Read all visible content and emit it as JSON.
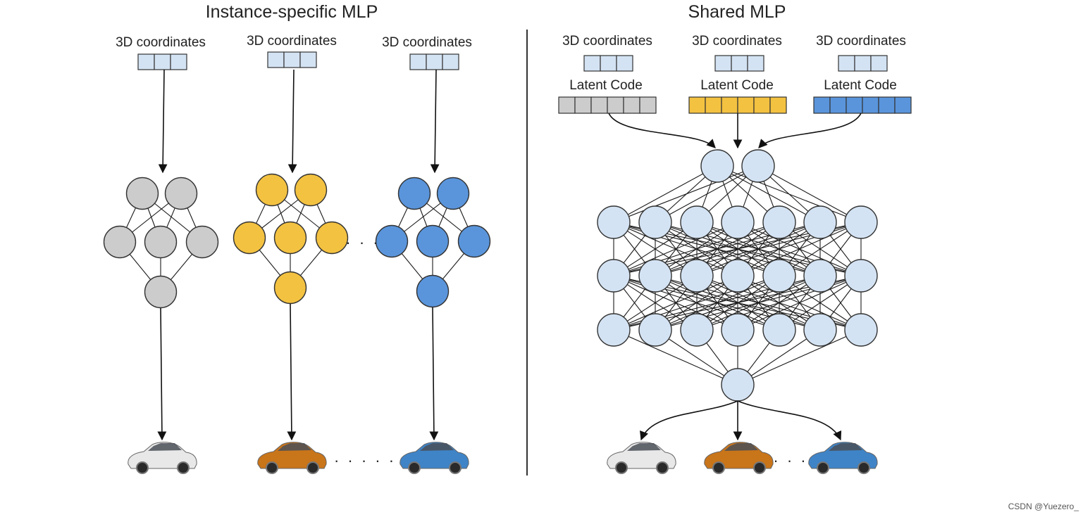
{
  "left_panel": {
    "title": "Instance-specific MLP",
    "input_label": "3D coordinates",
    "ellipsis_nodes": "· · ·",
    "ellipsis_cars": "· · · · ·",
    "instances": [
      {
        "color_name": "gray",
        "color": "#cccccc",
        "car_color": "#e8e8e8",
        "input_cells": 3
      },
      {
        "color_name": "yellow",
        "color": "#f4c241",
        "car_color": "#c9751a",
        "input_cells": 3
      },
      {
        "color_name": "blue",
        "color": "#5a95dc",
        "car_color": "#3f84c7",
        "input_cells": 3
      }
    ]
  },
  "right_panel": {
    "title": "Shared MLP",
    "input_label": "3D coordinates",
    "latent_label": "Latent Code",
    "ellipsis_cars": "· · ·",
    "node_color": "#d4e3f3",
    "latent_codes": [
      {
        "color_name": "gray",
        "color": "#cccccc",
        "cells": 6,
        "car_color": "#e8e8e8"
      },
      {
        "color_name": "yellow",
        "color": "#f4c241",
        "cells": 6,
        "car_color": "#c9751a"
      },
      {
        "color_name": "blue",
        "color": "#5a95dc",
        "cells": 6,
        "car_color": "#3f84c7"
      }
    ],
    "layers": [
      2,
      7,
      7,
      7,
      1
    ]
  },
  "coord_cell_color": "#d4e3f3",
  "watermark": "CSDN @Yuezero_"
}
